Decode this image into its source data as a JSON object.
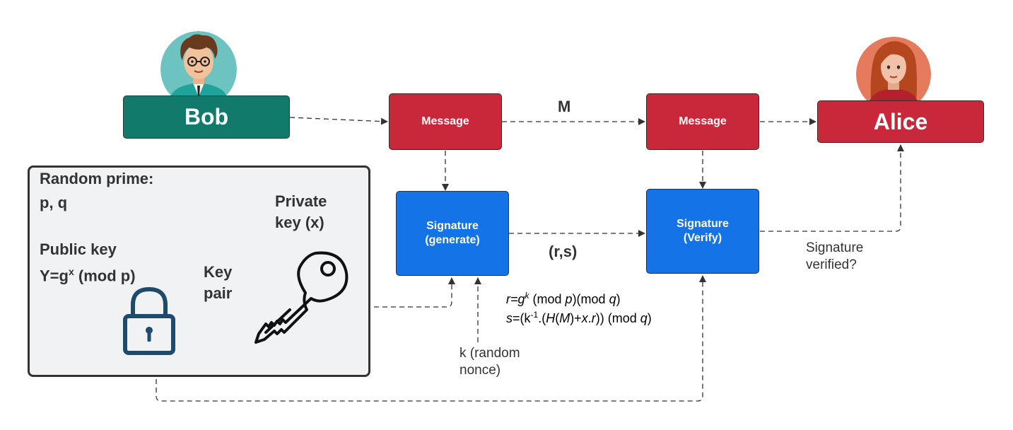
{
  "actors": {
    "bob": {
      "label": "Bob"
    },
    "alice": {
      "label": "Alice"
    }
  },
  "boxes": {
    "message_left": "Message",
    "message_right": "Message",
    "sig_generate_line1": "Signature",
    "sig_generate_line2": "(generate)",
    "sig_verify_line1": "Signature",
    "sig_verify_line2": "(Verify)"
  },
  "labels": {
    "m": "M",
    "rs": "(r,s)",
    "signature_verified_line1": "Signature",
    "signature_verified_line2": "verified?",
    "nonce_line1": "k (random",
    "nonce_line2": "nonce)"
  },
  "key_panel": {
    "random_prime": "Random prime:",
    "pq": "p, q",
    "public_key": "Public key",
    "public_key_formula_prefix": "Y=g",
    "public_key_formula_sup": "x",
    "public_key_formula_suffix": " (mod p)",
    "key_pair_line1": "Key",
    "key_pair_line2": "pair",
    "private_key_line1": "Private",
    "private_key_line2": "key (x)"
  },
  "formulas": {
    "r_formula": {
      "r": "r",
      "eq_g": "=g",
      "sup_k": "k",
      "mid": " (mod ",
      "p": "p",
      "close_mod_q": ")(mod ",
      "q": "q",
      "end": ")"
    },
    "s_formula": {
      "s": "s",
      "eq_k": "=(k",
      "sup_neg1": "-1",
      "dot_paren": ".(",
      "H": "H",
      "paren_M": "(",
      "M": "M",
      "plus": ")+",
      "x": "x",
      "dot": ".",
      "r": "r",
      "close_mod": ")) (mod ",
      "q": "q",
      "end": ")"
    }
  },
  "colors": {
    "bob_green": "#127a6a",
    "alice_red": "#c8283a",
    "message_red": "#c8283a",
    "signature_blue": "#1473e6",
    "lock_navy": "#1e4a6b",
    "panel_bg": "#f1f2f4"
  },
  "icons": {
    "bob_avatar": "male-avatar-icon",
    "alice_avatar": "female-avatar-icon",
    "lock": "padlock-icon",
    "key": "key-icon"
  }
}
